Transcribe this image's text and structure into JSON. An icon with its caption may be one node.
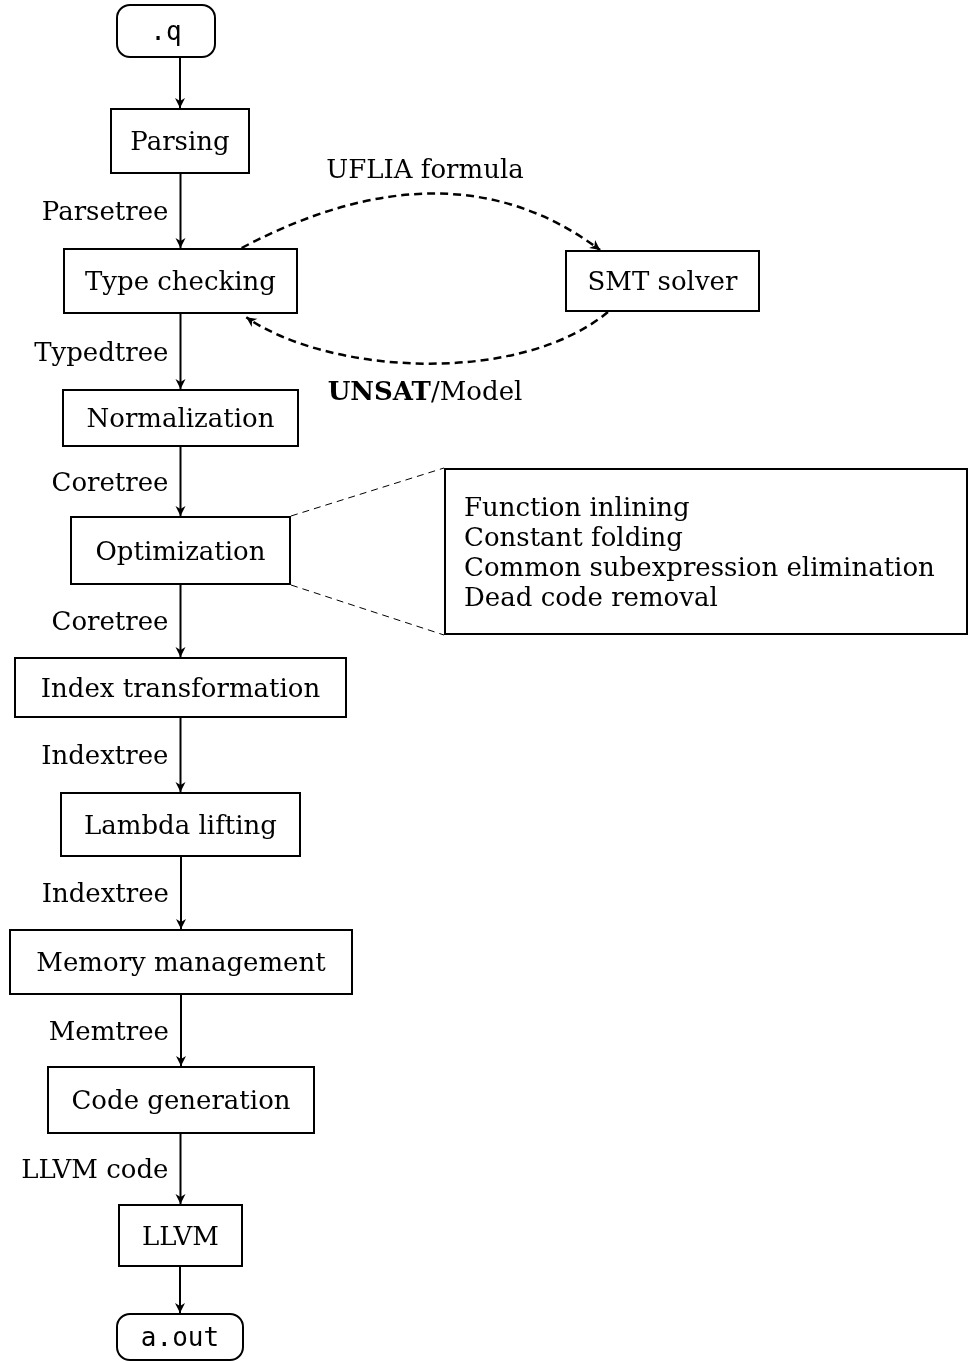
{
  "diagram": {
    "nodes": [
      {
        "text": [
          ".q"
        ]
      },
      {
        "text": [
          "Parsing"
        ]
      },
      {
        "text": [
          "Type checking"
        ]
      },
      {
        "text": [
          "SMT solver"
        ]
      },
      {
        "text": [
          "Normalization"
        ]
      },
      {
        "text": [
          "Optimization"
        ]
      },
      {
        "text": [
          "Function inlining",
          "Constant folding",
          "Common subexpression elimination",
          "Dead code removal"
        ]
      },
      {
        "text": [
          "Index transformation"
        ]
      },
      {
        "text": [
          "Lambda lifting"
        ]
      },
      {
        "text": [
          "Memory management"
        ]
      },
      {
        "text": [
          "Code generation"
        ]
      },
      {
        "text": [
          "LLVM"
        ]
      },
      {
        "text": [
          "a.out"
        ]
      }
    ],
    "edges": [
      {
        "from": 0,
        "to": 1,
        "arrow": "to"
      },
      {
        "from": 1,
        "to": 2,
        "arrow": "to",
        "label": "Parsetree"
      },
      {
        "from": 2,
        "to": 3,
        "arrow": "to",
        "label": "UFLIA formula",
        "style": "dashed"
      },
      {
        "from": 3,
        "to": 2,
        "arrow": "to",
        "label": "**UNSAT**/Model",
        "style": "dashed"
      },
      {
        "from": 2,
        "to": 4,
        "arrow": "to",
        "label": "Typedtree"
      },
      {
        "from": 4,
        "to": 5,
        "arrow": "to",
        "label": "Coretree"
      },
      {
        "from": 5,
        "to": 6,
        "arrow": "none",
        "style": "dashed"
      },
      {
        "from": 5,
        "to": 6,
        "arrow": "none",
        "style": "dashed"
      },
      {
        "from": 5,
        "to": 7,
        "arrow": "to",
        "label": "Coretree"
      },
      {
        "from": 7,
        "to": 8,
        "arrow": "to",
        "label": "Indextree"
      },
      {
        "from": 8,
        "to": 9,
        "arrow": "to",
        "label": "Indextree"
      },
      {
        "from": 9,
        "to": 10,
        "arrow": "to",
        "label": "Memtree"
      },
      {
        "from": 10,
        "to": 11,
        "arrow": "to",
        "label": "LLVM code"
      },
      {
        "from": 11,
        "to": 12,
        "arrow": "to"
      }
    ]
  }
}
